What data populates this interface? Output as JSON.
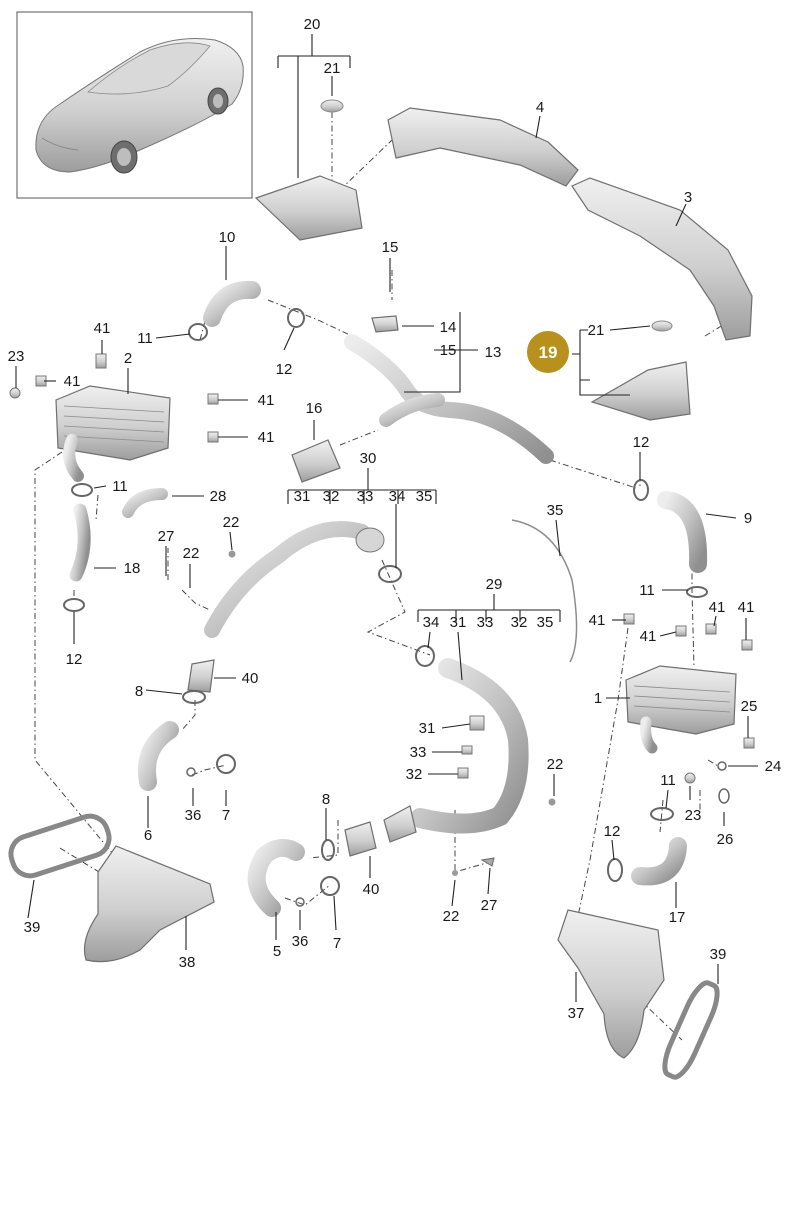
{
  "diagram": {
    "highlight": {
      "label": "19",
      "color": "#b8901c"
    },
    "colors": {
      "part_light": "#e4e4e4",
      "part_mid": "#c8c8c8",
      "part_dark": "#a6a6a6",
      "ink": "#1a1a1a"
    },
    "callouts": [
      {
        "id": "c20",
        "text": "20"
      },
      {
        "id": "c21a",
        "text": "21"
      },
      {
        "id": "c4",
        "text": "4"
      },
      {
        "id": "c3",
        "text": "3"
      },
      {
        "id": "c10",
        "text": "10"
      },
      {
        "id": "c15a",
        "text": "15"
      },
      {
        "id": "c14",
        "text": "14"
      },
      {
        "id": "c15b",
        "text": "15"
      },
      {
        "id": "c13",
        "text": "13"
      },
      {
        "id": "c21b",
        "text": "21"
      },
      {
        "id": "c41a",
        "text": "41"
      },
      {
        "id": "c23a",
        "text": "23"
      },
      {
        "id": "c41b",
        "text": "41"
      },
      {
        "id": "c11a",
        "text": "11"
      },
      {
        "id": "c2",
        "text": "2"
      },
      {
        "id": "c12a",
        "text": "12"
      },
      {
        "id": "c41c",
        "text": "41"
      },
      {
        "id": "c41d",
        "text": "41"
      },
      {
        "id": "c16",
        "text": "16"
      },
      {
        "id": "c12b",
        "text": "12"
      },
      {
        "id": "c11b",
        "text": "11"
      },
      {
        "id": "c28",
        "text": "28"
      },
      {
        "id": "c30",
        "text": "30"
      },
      {
        "id": "c31a",
        "text": "31"
      },
      {
        "id": "c32a",
        "text": "32"
      },
      {
        "id": "c33a",
        "text": "33"
      },
      {
        "id": "c34a",
        "text": "34"
      },
      {
        "id": "c35a",
        "text": "35"
      },
      {
        "id": "c9",
        "text": "9"
      },
      {
        "id": "c22a",
        "text": "22"
      },
      {
        "id": "c35b",
        "text": "35"
      },
      {
        "id": "c27a",
        "text": "27"
      },
      {
        "id": "c22b",
        "text": "22"
      },
      {
        "id": "c18",
        "text": "18"
      },
      {
        "id": "c12c",
        "text": "12"
      },
      {
        "id": "c29",
        "text": "29"
      },
      {
        "id": "c11c",
        "text": "11"
      },
      {
        "id": "c41e",
        "text": "41"
      },
      {
        "id": "c41f",
        "text": "41"
      },
      {
        "id": "c41g",
        "text": "41"
      },
      {
        "id": "c34b",
        "text": "34"
      },
      {
        "id": "c31b",
        "text": "31"
      },
      {
        "id": "c33b",
        "text": "33"
      },
      {
        "id": "c32b",
        "text": "32"
      },
      {
        "id": "c35c",
        "text": "35"
      },
      {
        "id": "c41h",
        "text": "41"
      },
      {
        "id": "c40a",
        "text": "40"
      },
      {
        "id": "c8a",
        "text": "8"
      },
      {
        "id": "c1",
        "text": "1"
      },
      {
        "id": "c25",
        "text": "25"
      },
      {
        "id": "c31c",
        "text": "31"
      },
      {
        "id": "c33c",
        "text": "33"
      },
      {
        "id": "c24",
        "text": "24"
      },
      {
        "id": "c32c",
        "text": "32"
      },
      {
        "id": "c22c",
        "text": "22"
      },
      {
        "id": "c36a",
        "text": "36"
      },
      {
        "id": "c7a",
        "text": "7"
      },
      {
        "id": "c11d",
        "text": "11"
      },
      {
        "id": "c23b",
        "text": "23"
      },
      {
        "id": "c8b",
        "text": "8"
      },
      {
        "id": "c6",
        "text": "6"
      },
      {
        "id": "c12d",
        "text": "12"
      },
      {
        "id": "c26",
        "text": "26"
      },
      {
        "id": "c40b",
        "text": "40"
      },
      {
        "id": "c17",
        "text": "17"
      },
      {
        "id": "c39a",
        "text": "39"
      },
      {
        "id": "c22d",
        "text": "22"
      },
      {
        "id": "c27b",
        "text": "27"
      },
      {
        "id": "c5",
        "text": "5"
      },
      {
        "id": "c36b",
        "text": "36"
      },
      {
        "id": "c7b",
        "text": "7"
      },
      {
        "id": "c38",
        "text": "38"
      },
      {
        "id": "c39b",
        "text": "39"
      },
      {
        "id": "c37",
        "text": "37"
      }
    ]
  }
}
